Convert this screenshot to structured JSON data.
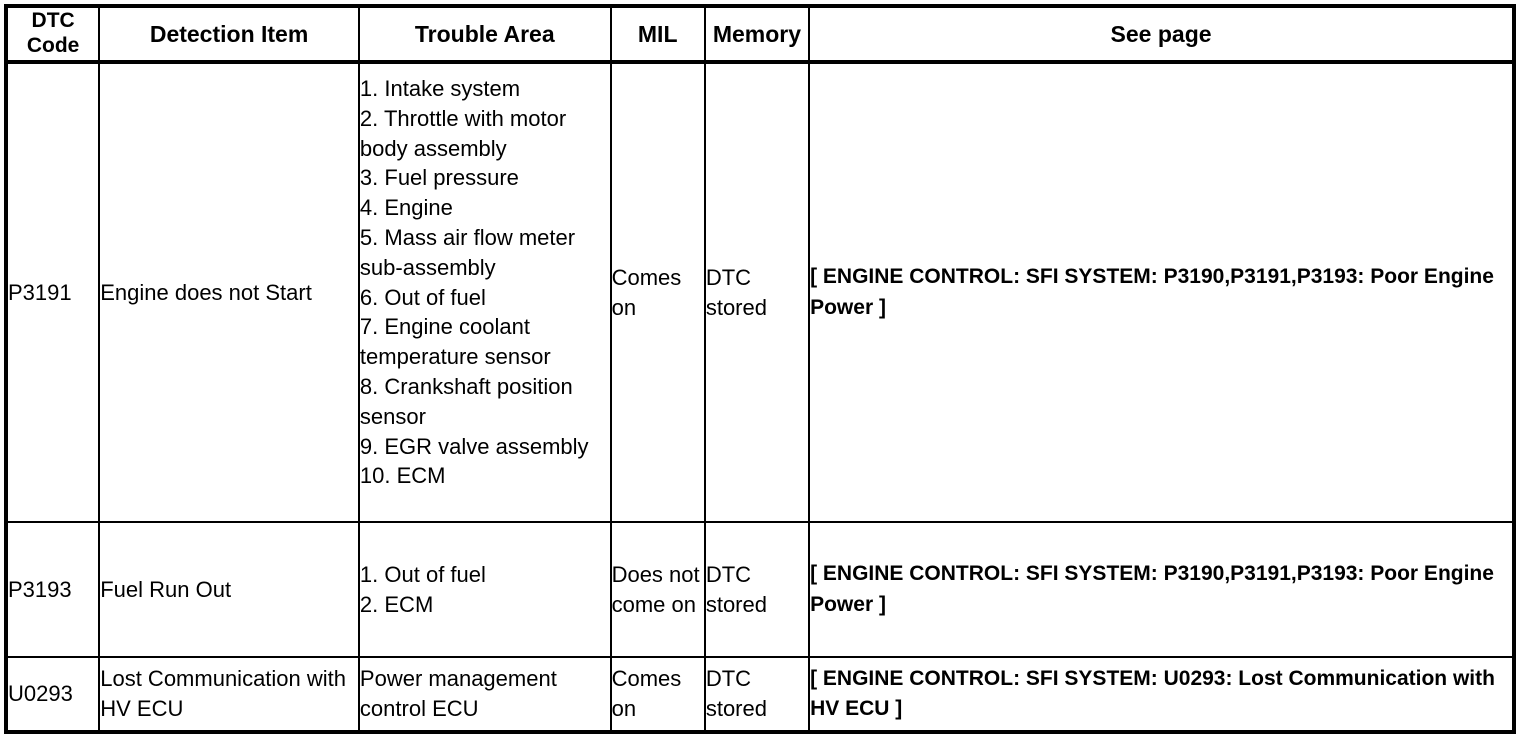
{
  "table": {
    "columns": [
      {
        "key": "dtc_code",
        "label": "DTC\nCode"
      },
      {
        "key": "detection",
        "label": "Detection Item"
      },
      {
        "key": "trouble",
        "label": "Trouble Area"
      },
      {
        "key": "mil",
        "label": "MIL"
      },
      {
        "key": "memory",
        "label": "Memory"
      },
      {
        "key": "see_page",
        "label": "See page"
      }
    ],
    "rows": [
      {
        "dtc_code": "P3191",
        "detection": "Engine does not Start",
        "trouble": "1. Intake system\n2. Throttle with motor body assembly\n3. Fuel pressure\n4. Engine\n5. Mass air flow meter sub-assembly\n6. Out of fuel\n7. Engine coolant temperature sensor\n8. Crankshaft position sensor\n9. EGR valve assembly\n10. ECM",
        "mil": "Comes on",
        "memory": "DTC stored",
        "see_page": "[ ENGINE CONTROL: SFI SYSTEM: P3190,P3191,P3193: Poor Engine Power ]"
      },
      {
        "dtc_code": "P3193",
        "detection": "Fuel Run Out",
        "trouble": "1. Out of fuel\n2. ECM",
        "mil": "Does not come on",
        "memory": "DTC stored",
        "see_page": "[ ENGINE CONTROL: SFI SYSTEM: P3190,P3191,P3193: Poor Engine Power ]"
      },
      {
        "dtc_code": "U0293",
        "detection": "Lost Communication with HV ECU",
        "trouble": "Power management control ECU",
        "mil": "Comes on",
        "memory": "DTC stored",
        "see_page": "[ ENGINE CONTROL: SFI SYSTEM: U0293: Lost Communication with HV ECU ]"
      }
    ]
  },
  "colors": {
    "border": "#000000",
    "text": "#000000",
    "background": "#ffffff"
  }
}
